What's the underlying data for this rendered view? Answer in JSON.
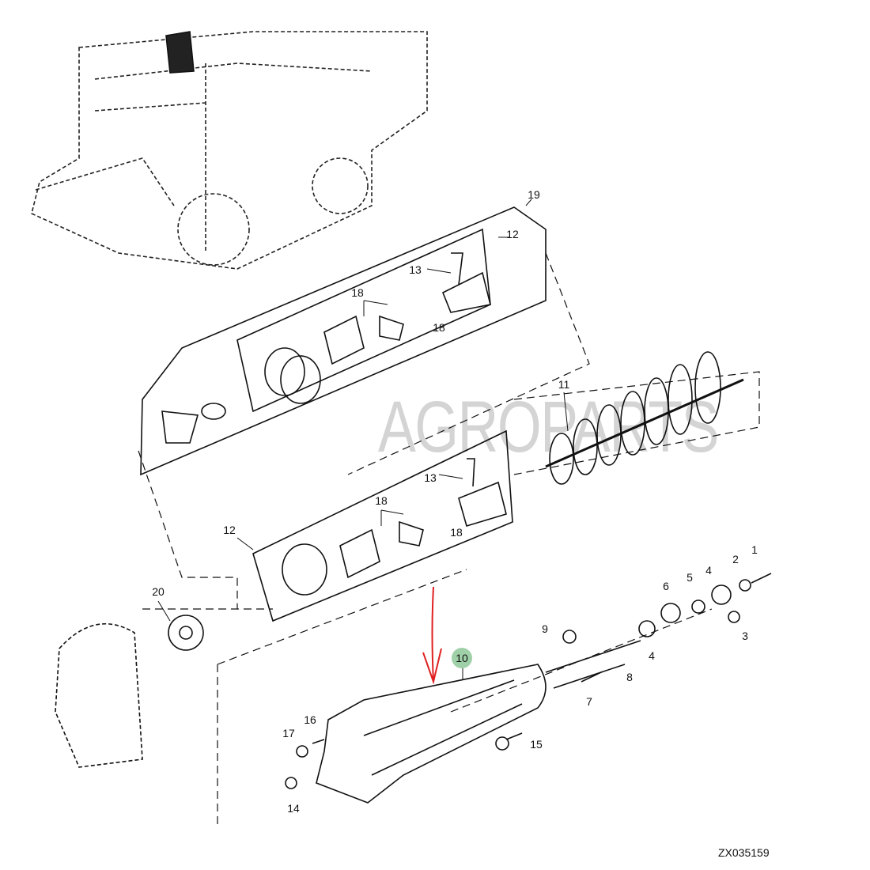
{
  "watermark": "AGROPARTS",
  "drawing_code": "ZX035159",
  "highlight_color": "#9fd0a8",
  "arrow_color": "#e02020",
  "callouts": {
    "c19": "19",
    "c12a": "12",
    "c13a": "13",
    "c18a": "18",
    "c18b": "18",
    "c11": "11",
    "c13b": "13",
    "c18c": "18",
    "c18d": "18",
    "c12b": "12",
    "c20": "20",
    "c1": "1",
    "c2": "2",
    "c3": "3",
    "c4a": "4",
    "c5": "5",
    "c6": "6",
    "c4b": "4",
    "c9": "9",
    "c8": "8",
    "c7": "7",
    "c10": "10",
    "c16": "16",
    "c17": "17",
    "c14": "14",
    "c15": "15"
  }
}
